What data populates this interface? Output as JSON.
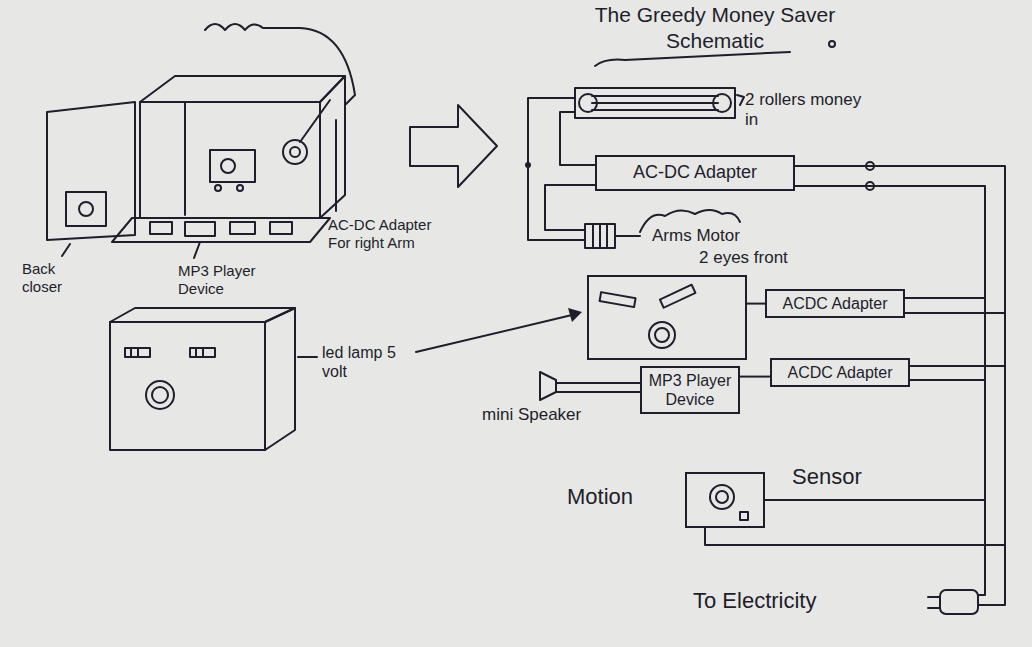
{
  "diagram": {
    "title": "The Greedy Money Saver Schematic",
    "nodes": [
      {
        "text": [
          "AC-DC Adapter"
        ]
      },
      {
        "text": [
          "2 eyes front"
        ]
      },
      {
        "text": [
          "ACDC Adapter"
        ]
      },
      {
        "text": [
          "MP3 Player Device"
        ]
      },
      {
        "text": [
          "ACDC Adapter"
        ]
      },
      {
        "text": [
          "Motion",
          "Sensor"
        ]
      }
    ],
    "edges": [
      {
        "from": 1,
        "to": 2,
        "arrow": "none"
      },
      {
        "from": 3,
        "to": 4,
        "arrow": "none"
      }
    ],
    "labels": [
      "Back closer",
      "MP3 Player Device",
      "AC-DC Adapter For right Arm",
      "led lamp 5 volt",
      "2 rollers money in",
      "Arms Motor",
      "mini Speaker",
      "To Electricity"
    ]
  }
}
